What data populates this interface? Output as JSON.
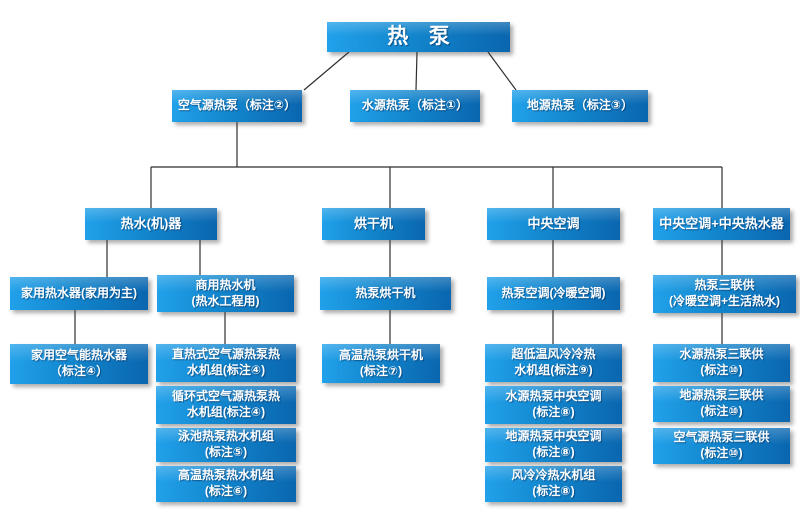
{
  "diagram": {
    "root": {
      "label": "热 泵"
    },
    "level2": {
      "air_source": "空气源热泵（标注②）",
      "water_source": "水源热泵（标注①）",
      "ground_source": "地源热泵（标注③）"
    },
    "level3": {
      "water_heater": "热水(机)器",
      "dryer": "烘干机",
      "central_ac": "中央空调",
      "central_ac_plus_water": "中央空调+中央热水器"
    },
    "level4": {
      "home_water_heater": "家用热水器(家用为主)",
      "commercial_water_heater": "商用热水机\n(热水工程用)",
      "hp_dryer": "热泵烘干机",
      "hp_ac": "热泵空调(冷暖空调)",
      "hp_triple_supply": "热泵三联供\n(冷暖空调+生活热水)"
    },
    "level5": {
      "home_air_water_heater": "家用空气能热水器\n（标注④）",
      "direct_heating_unit": "直热式空气源热泵热\n水机组(标注④)",
      "circulating_unit": "循环式空气源热泵热\n水机组(标注④)",
      "pool_unit": "泳池热泵热水机组\n(标注⑤)",
      "high_temp_water_unit": "高温热泵热水机组\n(标注⑥)",
      "high_temp_dryer": "高温热泵烘干机\n(标注⑦)",
      "ultra_low_temp_unit": "超低温风冷冷热\n水机组(标注⑨)",
      "water_source_ac": "水源热泵中央空调\n(标注⑧)",
      "ground_source_ac": "地源热泵中央空调\n(标注⑧)",
      "air_cooled_unit": "风冷冷热水机组\n(标注⑧)",
      "water_triple": "水源热泵三联供\n(标注⑩)",
      "ground_triple": "地源热泵三联供\n(标注⑩)",
      "air_triple": "空气源热泵三联供\n(标注⑩)"
    },
    "colors": {
      "box_gradient_start": "#21a1ea",
      "box_gradient_end": "#0a66af",
      "text": "#ffffff",
      "connector": "#2f2f2f",
      "background": "#ffffff"
    }
  }
}
